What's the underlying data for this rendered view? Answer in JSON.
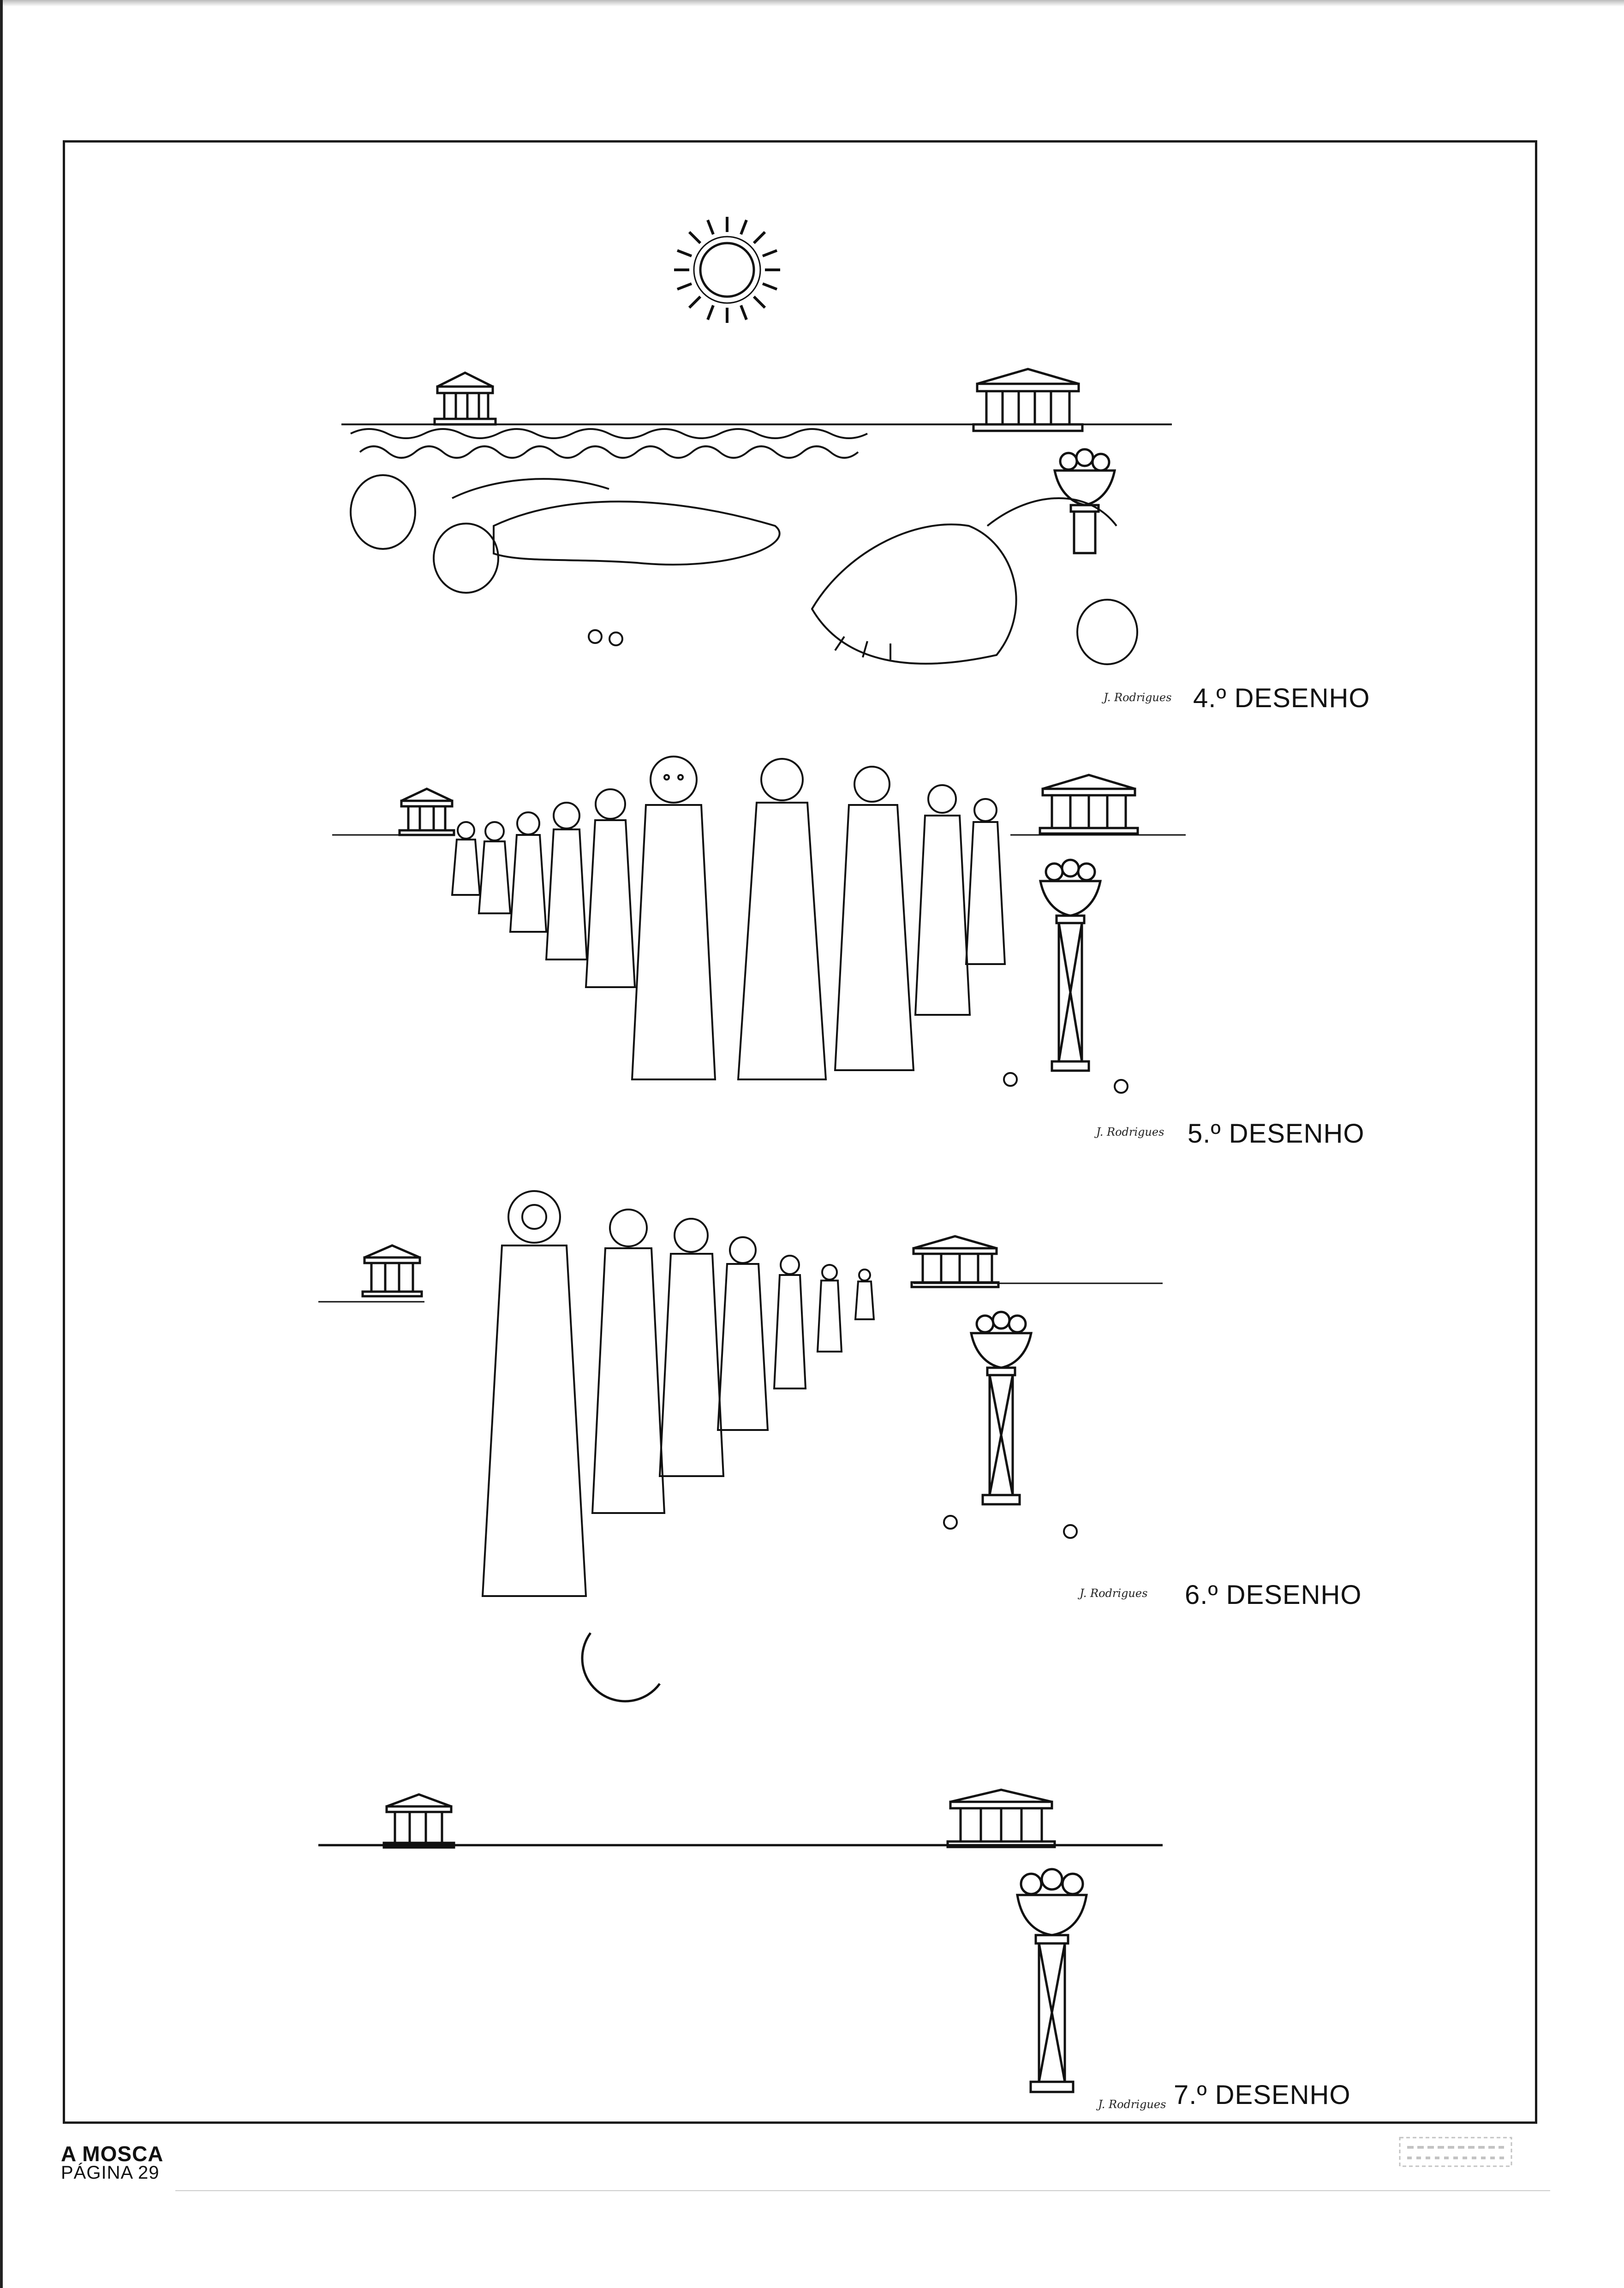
{
  "captions": {
    "d4": "4.º DESENHO",
    "d5": "5.º DESENHO",
    "d6": "6.º DESENHO",
    "d7": "7.º DESENHO"
  },
  "signature": "J. Rodrigues",
  "footer": {
    "publication": "A MOSCA",
    "page": "PÁGINA 29"
  },
  "icons": {
    "sun": "sun-icon",
    "moon": "crescent-moon-icon",
    "temple": "greek-temple-icon",
    "urn": "flower-urn-pedestal-icon"
  }
}
